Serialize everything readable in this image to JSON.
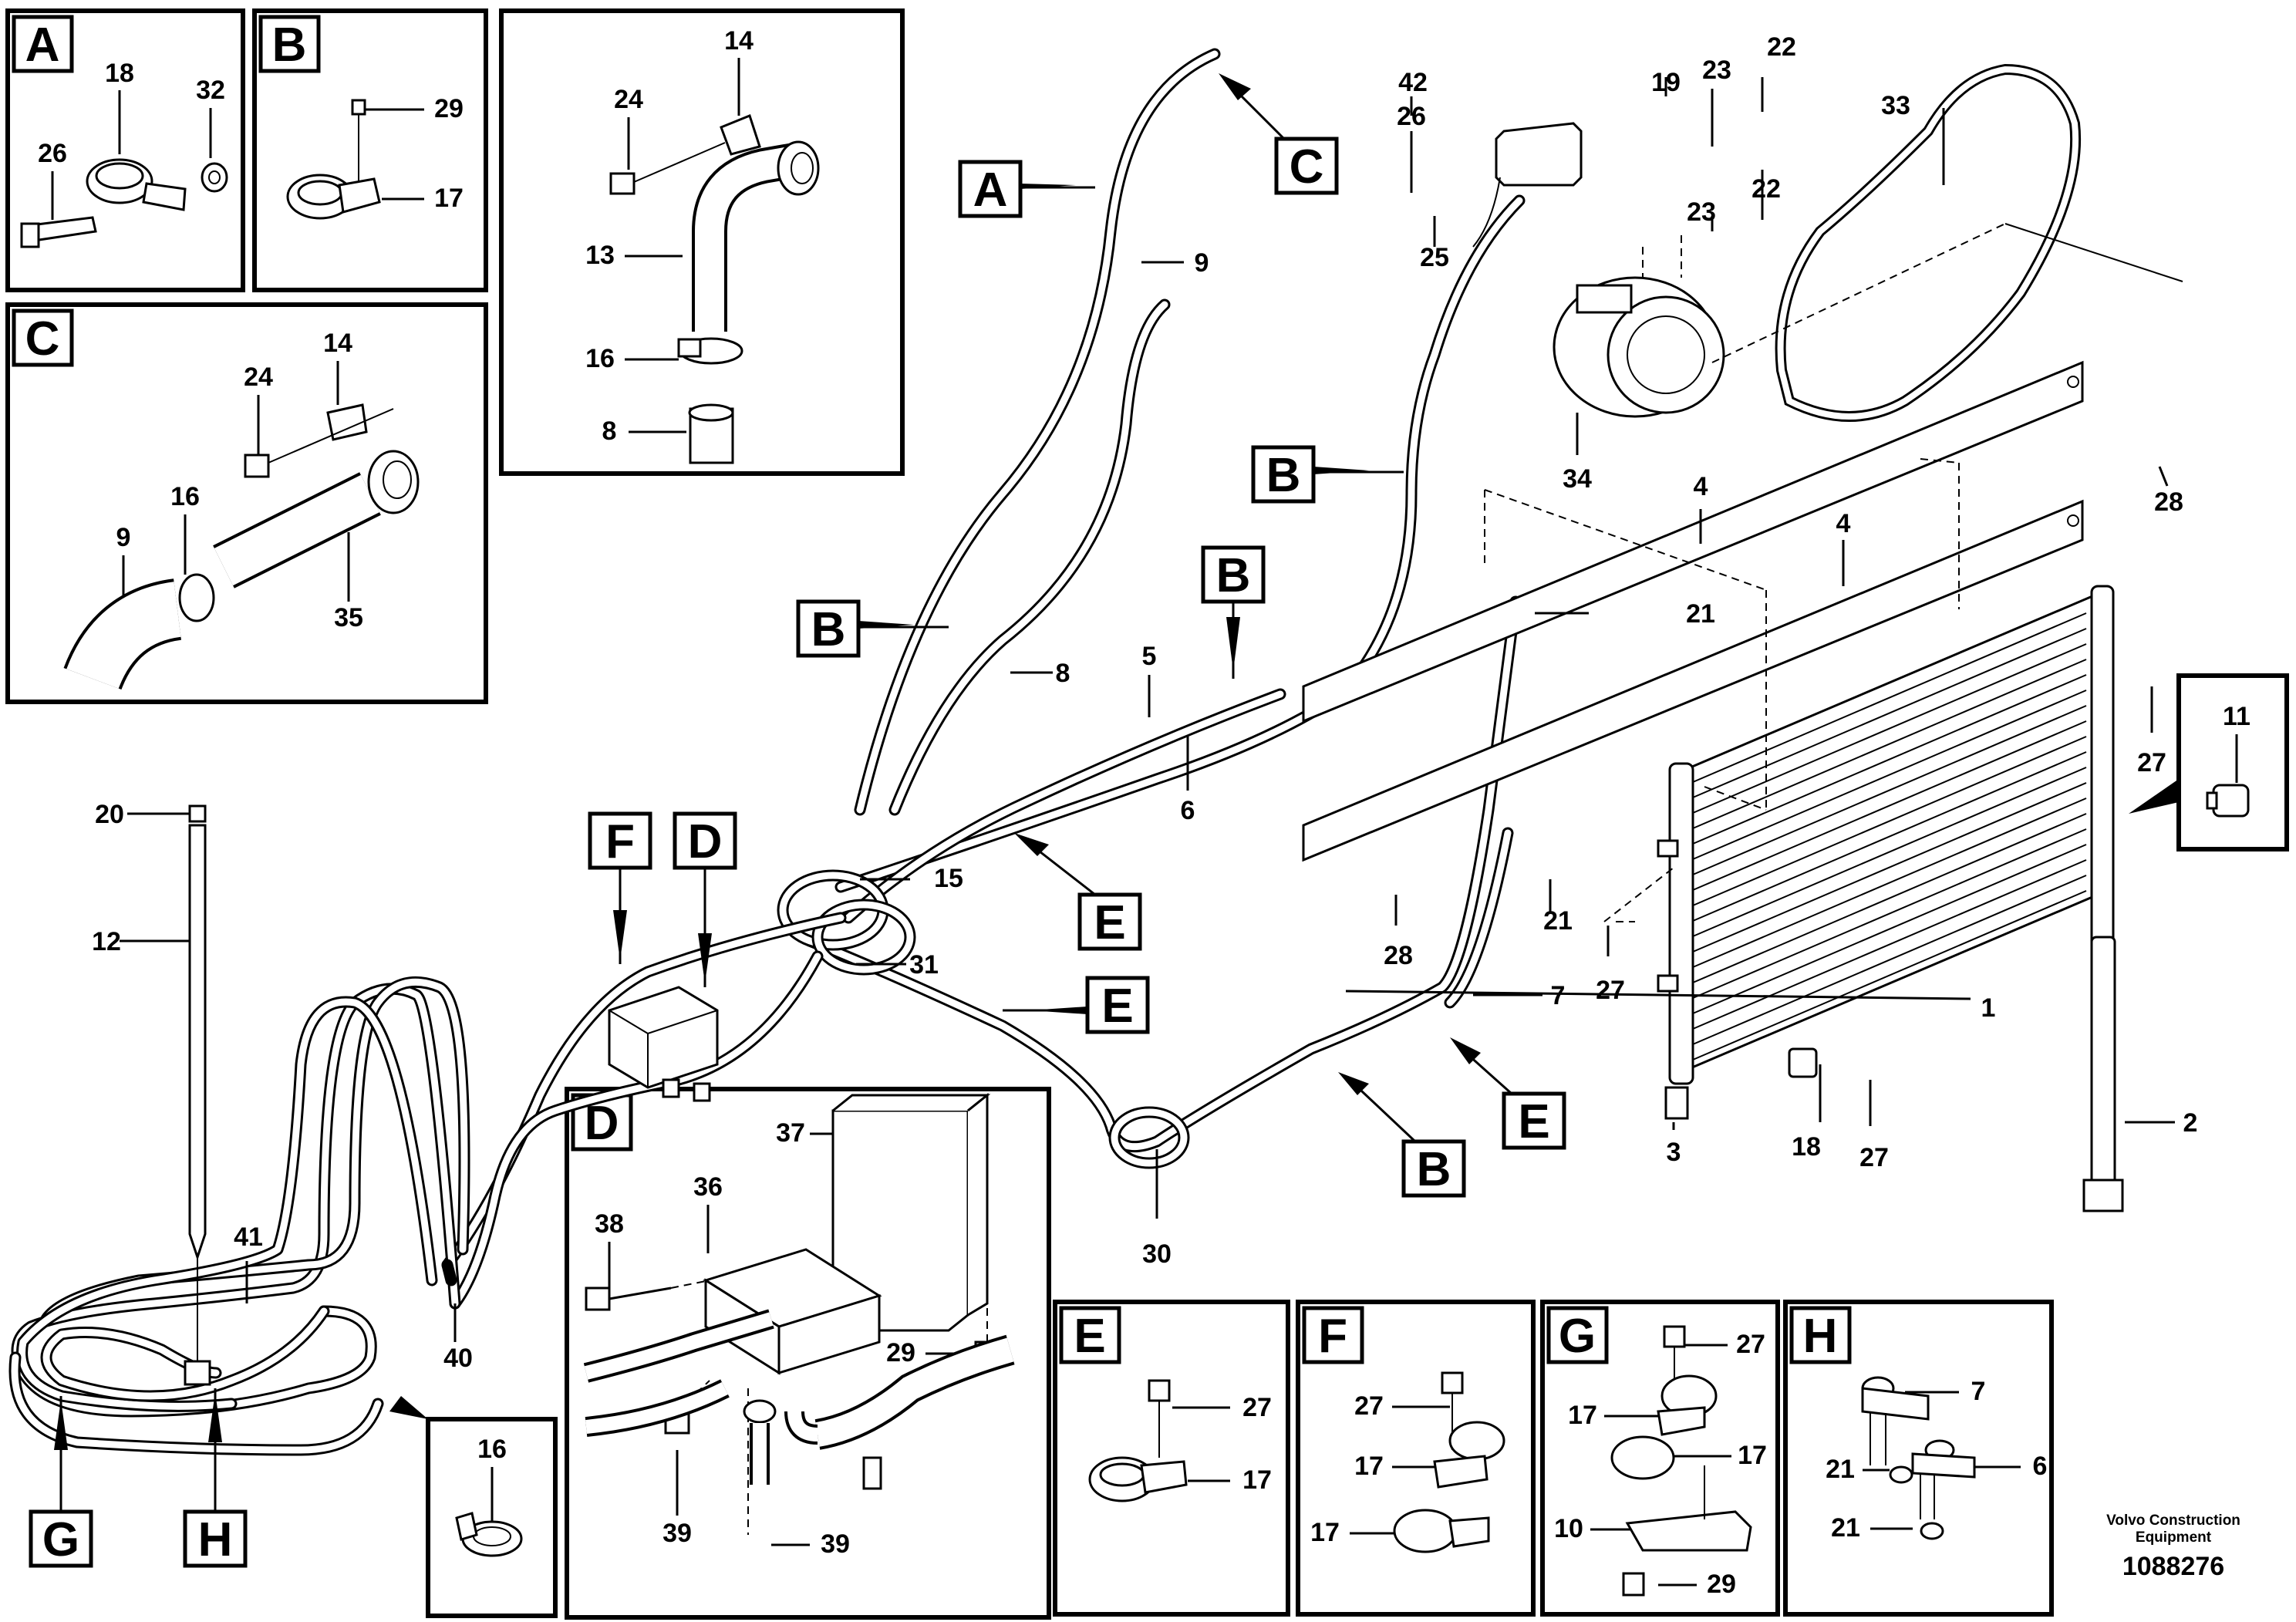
{
  "document": {
    "brand_line1": "Volvo Construction",
    "brand_line2": "Equipment",
    "drawing_number": "1088276"
  },
  "detail_views": {
    "A": {
      "letter": "A",
      "items": [
        "18",
        "32",
        "26"
      ]
    },
    "B": {
      "letter": "B",
      "items": [
        "29",
        "17"
      ]
    },
    "C": {
      "letter": "C",
      "items": [
        "14",
        "24",
        "16",
        "9",
        "35"
      ]
    },
    "D": {
      "letter": "D",
      "items": [
        "37",
        "36",
        "38",
        "29",
        "39",
        "39"
      ]
    },
    "E": {
      "letter": "E",
      "items": [
        "27",
        "17"
      ]
    },
    "F": {
      "letter": "F",
      "items": [
        "27",
        "17",
        "17"
      ]
    },
    "G": {
      "letter": "G",
      "items": [
        "27",
        "17",
        "17",
        "10",
        "29"
      ]
    },
    "H": {
      "letter": "H",
      "items": [
        "7",
        "6",
        "21",
        "21"
      ]
    },
    "pipe_inset": {
      "items": [
        "14",
        "24",
        "13",
        "16",
        "8"
      ]
    },
    "clamp16": {
      "items": [
        "16"
      ]
    },
    "sensor11": {
      "items": [
        "11"
      ]
    }
  },
  "main_callouts": [
    "1",
    "2",
    "3",
    "4",
    "4",
    "5",
    "6",
    "7",
    "8",
    "9",
    "12",
    "15",
    "18",
    "19",
    "20",
    "21",
    "21",
    "22",
    "22",
    "23",
    "23",
    "25",
    "26",
    "27",
    "27",
    "27",
    "28",
    "28",
    "30",
    "31",
    "33",
    "34",
    "40",
    "41",
    "42"
  ],
  "reference_letters": [
    "A",
    "B",
    "B",
    "B",
    "B",
    "C",
    "D",
    "E",
    "E",
    "E",
    "F",
    "G",
    "H"
  ]
}
